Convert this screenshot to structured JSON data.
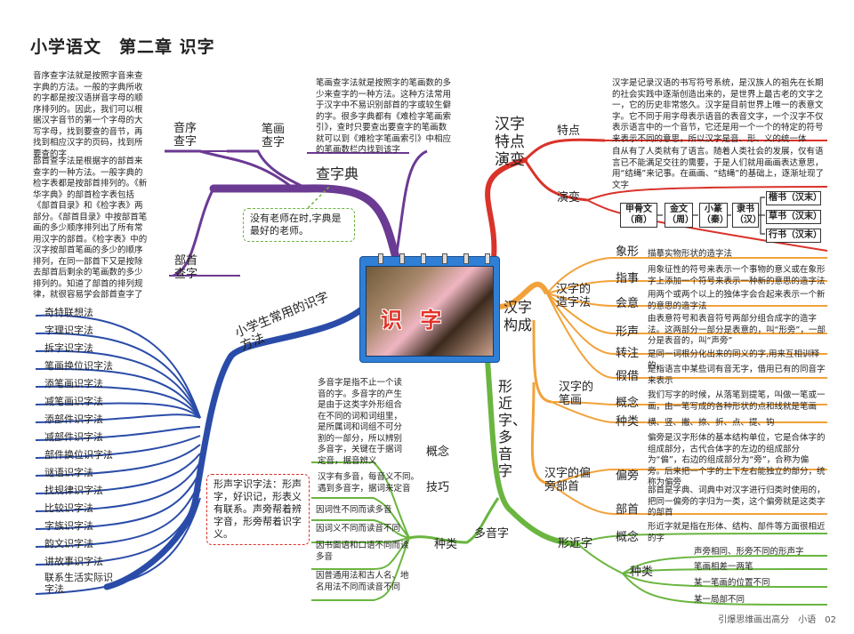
{
  "title": "小学语文　第二章 识字",
  "footer": "引爆思维画出高分　小语　02",
  "center": {
    "label": "识 字"
  },
  "chazidian": {
    "label": "查字典",
    "yinxu": {
      "label": "音序\n查字",
      "text": "音序查字法就是按照字音来查字典的方法。一般的字典所收的字都是按汉语拼音字母的顺序排列的。因此，我们可以根据汉字音节的第一个字母的大写字母，找到要查的音节，再找到相应汉字的页码，找到所要查的字"
    },
    "bihua": {
      "label": "笔画\n查字",
      "text": "笔画查字法就是按照字的笔画数的多少来查字的一种方法。这种方法常用于汉字中不易识别部首的字或较生僻的字。很多字典都有《难检字笔画索引》，查时只要查出要查字的笔画数就可以到《难检字笔画索引》中相应的笔画数栏内找到该字"
    },
    "bushou": {
      "label": "部首\n查字",
      "text": "部首查字法是根据字的部首来查字的一种方法。一般字典的检字表都是按部首排列的。《新华字典》的部首检字表包括《部首目录》和《检字表》两部分。《部首目录》中按部首笔画的多少顺序排列出了所有常用汉字的部首。《检字表》中的汉字按部首笔画的多少的顺序排列，在同一部首下又是按除去部首后剩余的笔画数的多少排列的。知道了部首的排列规律，就很容易学会部首查字了"
    },
    "note": "没有老师在时,字典是最好的老师。"
  },
  "fangfa": {
    "label": "小学生常用的识字方法",
    "items": [
      "奇特联想法",
      "字理识字法",
      "拆字识字法",
      "笔画换位识字法",
      "添笔画识字法",
      "减笔画识字法",
      "添部件识字法",
      "减部件识字法",
      "部件换位识字法",
      "谜语识字法",
      "找规律识字法",
      "比较识字法",
      "字族识字法",
      "韵文识字法",
      "讲故事识字法",
      "联系生活实际识字法"
    ],
    "note": "形声字识字法：形声字，好识记，形表义有联系。声旁帮着辨字音，形旁帮着识字义。"
  },
  "tedian": {
    "label": "汉字特点演变",
    "te": {
      "label": "特点",
      "text": "汉字是记录汉语的书写符号系统，是汉族人的祖先在长期的社会实践中逐渐创造出来的，是世界上最古老的文字之一，它的历史非常悠久。汉字是目前世界上唯一的表意文字。它不同于用字母表示语音的表音文字，一个汉字不仅表示语言中的一个音节，它还是用一个一个的特定的符号来表示不同的意思，所以汉字是音、形、义的统一体"
    },
    "yan": {
      "label": "演变",
      "text": "自从有了人类就有了语言。随着人类社会的发展，仅有语言已不能满足交往的需要，于是人们就用画画表达意思，用“结绳”来记事。在画画、“结绳”的基础上，逐渐址现了文字"
    },
    "chain": [
      "甲骨文（商）",
      "金文（周）",
      "小篆（秦）",
      "隶书（汉）"
    ],
    "branches": [
      "楷书（汉末）",
      "草书（汉末）",
      "行书（汉末）"
    ]
  },
  "goucheng": {
    "label": "汉字构成",
    "zaozi": {
      "label": "汉字的造字法",
      "items": [
        {
          "k": "象形",
          "v": "描摹实物形状的造字法"
        },
        {
          "k": "指事",
          "v": "用象征性的符号来表示一个事物的意义或在象形字上添加一个符号来表示一种新的意思的造字法"
        },
        {
          "k": "会意",
          "v": "用两个或两个以上的独体字会合起来表示一个新的意思的造字法"
        },
        {
          "k": "形声",
          "v": "由表意符号和表音符号两部分组合成字的造字法。这两部分一部分是表意的，叫“形旁”，一部分是表音的，叫“声旁”"
        },
        {
          "k": "转注",
          "v": "是同一词根分化出来的同义的字,用来互相训释的。"
        },
        {
          "k": "假借",
          "v": "是指语言中某些词有音无字，借用已有的同音字来表示"
        }
      ]
    },
    "bihua": {
      "label": "汉字的笔画",
      "gainian": {
        "k": "概念",
        "v": "我们写字的时候，从落笔到提笔，叫做一笔或一画，由一笔写成的各种形状的点和线就是笔画"
      },
      "zhonglei": {
        "k": "种类",
        "v": "横、竖、撇、捺、折、点、提、钩"
      }
    },
    "bushou": {
      "label": "汉字的偏旁部首",
      "pianpang": {
        "k": "偏旁",
        "v": "偏旁是汉字形体的基本结构单位，它是合体字的组成部分，古代合体字的左边的组成部分为“偏”，右边的组成部分为“旁”，合称为偏旁。后来把一个字的上下左右能独立的部分，统称为偏旁"
      },
      "bushou": {
        "k": "部首",
        "v": "部首是字典、词典中对汉字进行归类时使用的，把同一偏旁的字归为一类，这个偏旁就是这类字的部首"
      }
    }
  },
  "xingjin": {
    "label": "形近字、多音字",
    "xingjinzi": {
      "label": "形近字",
      "gainian": {
        "k": "概念",
        "v": "形近字就是指在形体、结构、部件等方面很相近的字"
      },
      "zhonglei": {
        "k": "种类",
        "items": [
          "声旁相同、形旁不同的形声字",
          "笔画相差一两笔",
          "某一笔画的位置不同",
          "某一局部不同"
        ]
      }
    },
    "duoyinzi": {
      "label": "多音字",
      "gainian": {
        "k": "概念",
        "v": "多音字是指不止一个读音的字。多音字的产生是由于这类字外形组合在不同的词和词组里，是所属词和词组不可分割的一部分，所以辨别多音字，关键在于据词定音，据音辨义"
      },
      "jiqiao": {
        "k": "技巧",
        "v": "汉字有多音，每音义不同。遇到多音字，据词来定音"
      },
      "zhonglei": {
        "k": "种类",
        "items": [
          "因词性不同而读多音",
          "因词义不同而读音不同",
          "因书面语和口语不同而读多音",
          "因普通用法和古人名、地名用法不同而读音不同"
        ]
      }
    }
  },
  "colors": {
    "purple": "#6b3a93",
    "blue": "#2a4ca8",
    "red": "#d9332a",
    "orange": "#f2a23a",
    "green": "#6ab540",
    "calendar": "#2f7fd6"
  }
}
